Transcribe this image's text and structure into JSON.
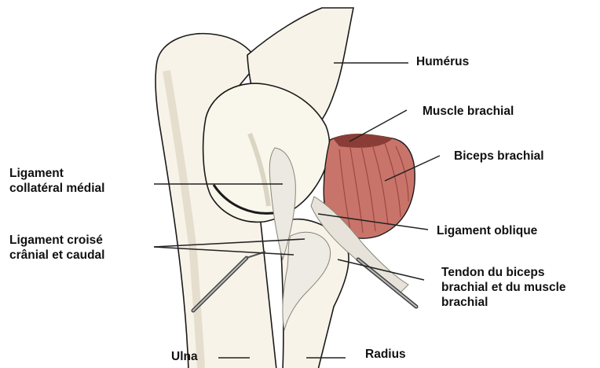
{
  "colors": {
    "background": "#ffffff",
    "bone_fill": "#f7f3e8",
    "bone_outline": "#1a1a1a",
    "muscle_fill": "#c9746a",
    "muscle_dark": "#8a3d36",
    "ligament_fill": "#ece9e2",
    "leader_line": "#222222"
  },
  "labels": {
    "humerus": "Humérus",
    "muscle_brachial": "Muscle brachial",
    "biceps_brachial": "Biceps brachial",
    "lig_collateral_1": "Ligament",
    "lig_collateral_2": "collatéral médial",
    "lig_oblique": "Ligament oblique",
    "lig_croise_1": "Ligament croisé",
    "lig_croise_2": "crânial et caudal",
    "tendon_1": "Tendon du biceps",
    "tendon_2": "brachial et du muscle",
    "tendon_3": "brachial",
    "ulna": "Ulna",
    "radius": "Radius"
  }
}
